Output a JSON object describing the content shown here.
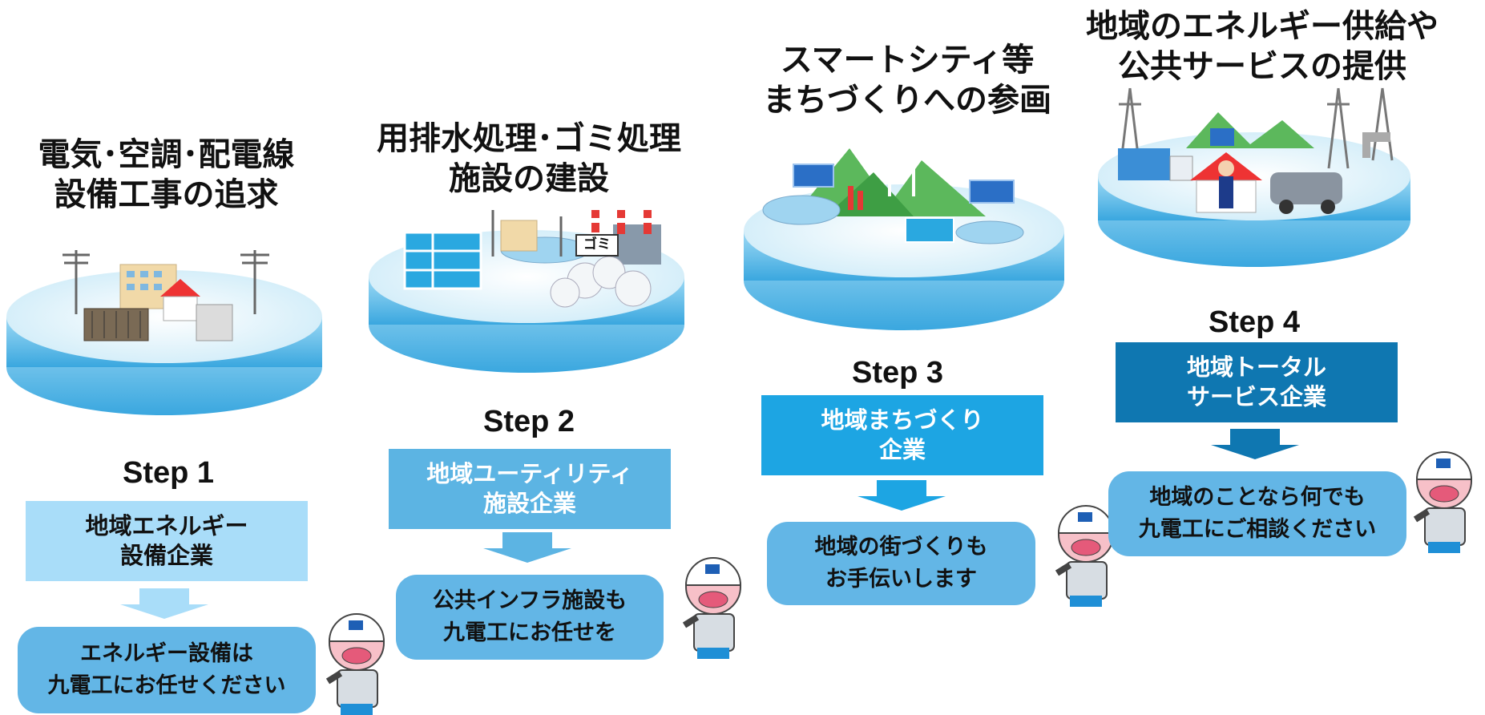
{
  "colors": {
    "platform_top": "#dff1fa",
    "platform_side": "#5fbde9",
    "box1": "#a9ddf9",
    "box2": "#5cb4e3",
    "box3": "#1da5e3",
    "box4": "#0f77b1",
    "bubble": "#63b6e6",
    "arrow1": "#a9ddf9",
    "arrow2": "#5cb4e3",
    "arrow3": "#1da5e3",
    "arrow4": "#0f77b1"
  },
  "steps": [
    {
      "title": "電気･空調･配電線\n設備工事の追求",
      "step_label": "Step 1",
      "stage": "地域エネルギー\n設備企業",
      "bubble": "エネルギー設備は\n九電工にお任せください"
    },
    {
      "title": "用排水処理･ゴミ処理\n施設の建設",
      "step_label": "Step 2",
      "stage": "地域ユーティリティ\n施設企業",
      "bubble": "公共インフラ施設も\n九電工にお任せを",
      "sign": "ゴミ"
    },
    {
      "title": "スマートシティ等\nまちづくりへの参画",
      "step_label": "Step 3",
      "stage": "地域まちづくり\n企業",
      "bubble": "地域の街づくりも\nお手伝いします"
    },
    {
      "title": "地域のエネルギー供給や\n公共サービスの提供",
      "step_label": "Step 4",
      "stage": "地域トータル\nサービス企業",
      "bubble": "地域のことなら何でも\n九電工にご相談ください"
    }
  ]
}
